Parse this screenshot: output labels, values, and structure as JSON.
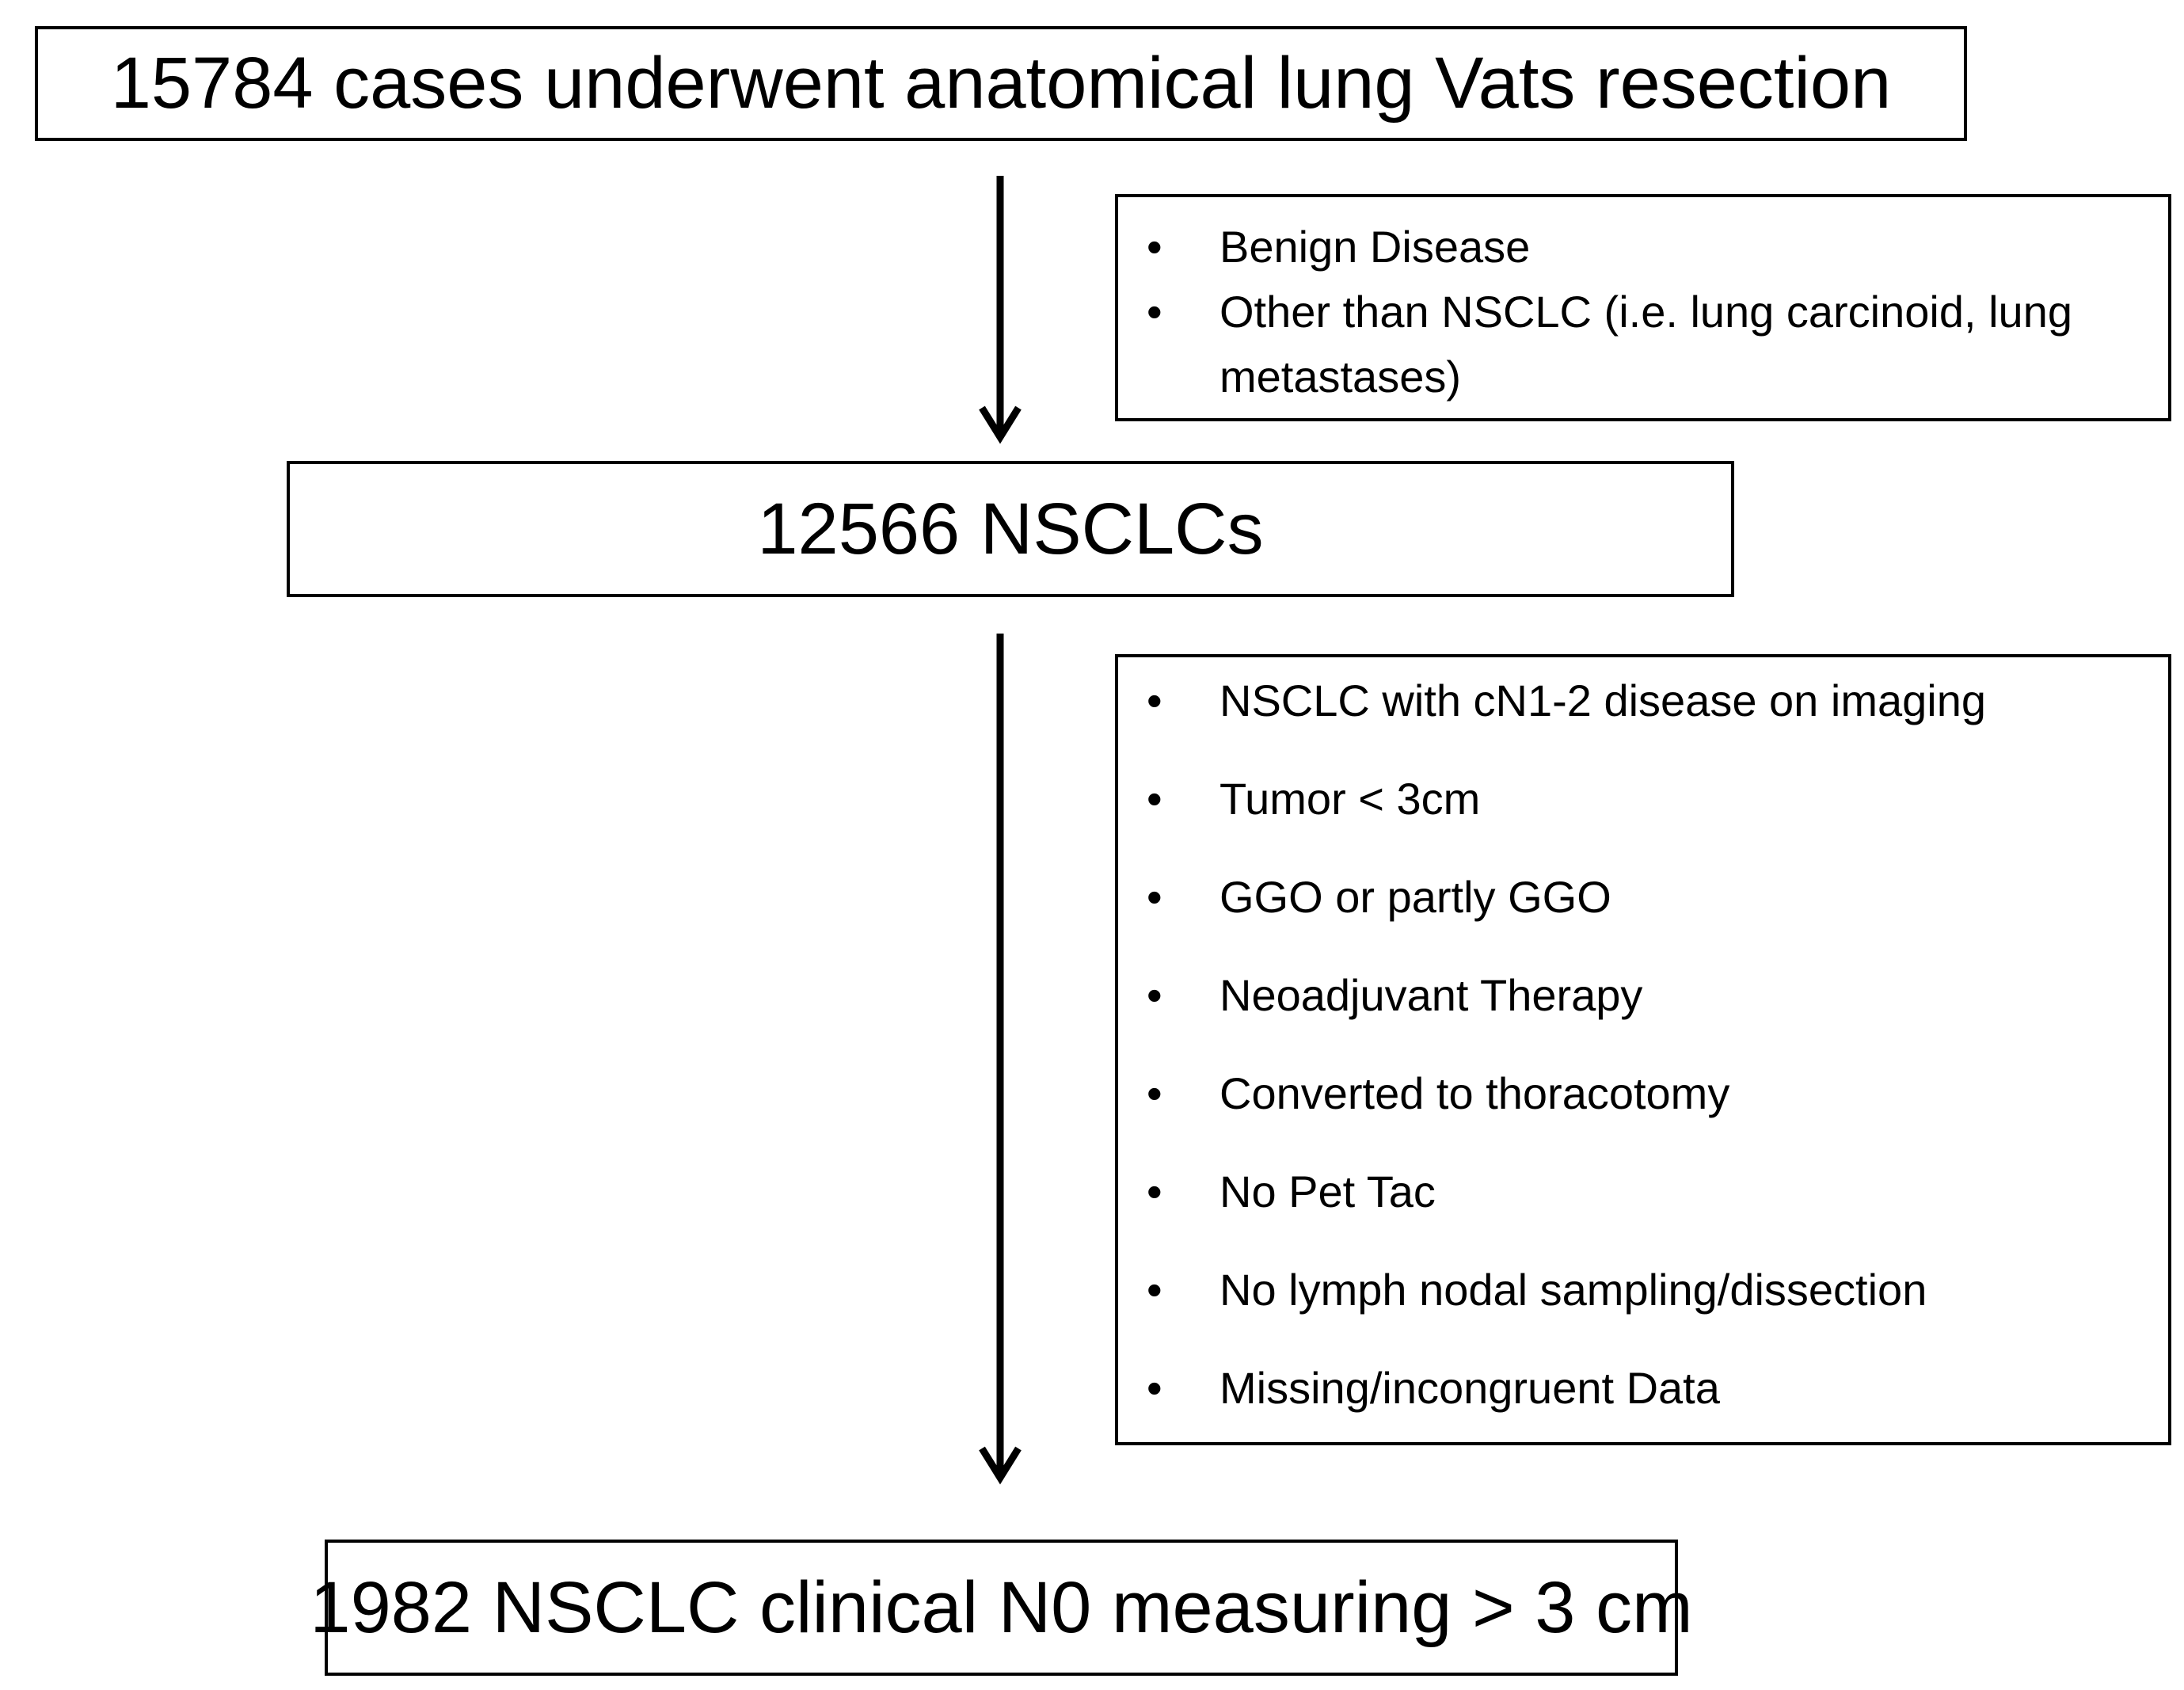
{
  "steps": {
    "top": "15784 cases underwent anatomical lung Vats resection",
    "middle": "12566 NSCLCs",
    "bottom": "1982 NSCLC clinical N0 measuring > 3 cm"
  },
  "exclusions_1": [
    "Benign Disease",
    "Other than NSCLC (i.e. lung carcinoid, lung metastases)"
  ],
  "exclusions_2": [
    "NSCLC with cN1-2 disease on imaging",
    "Tumor < 3cm",
    "GGO or partly GGO",
    "Neoadjuvant Therapy",
    "Converted to thoracotomy",
    "No Pet Tac",
    "No lymph nodal sampling/dissection",
    "Missing/incongruent Data"
  ],
  "bullet_glyph": "•"
}
